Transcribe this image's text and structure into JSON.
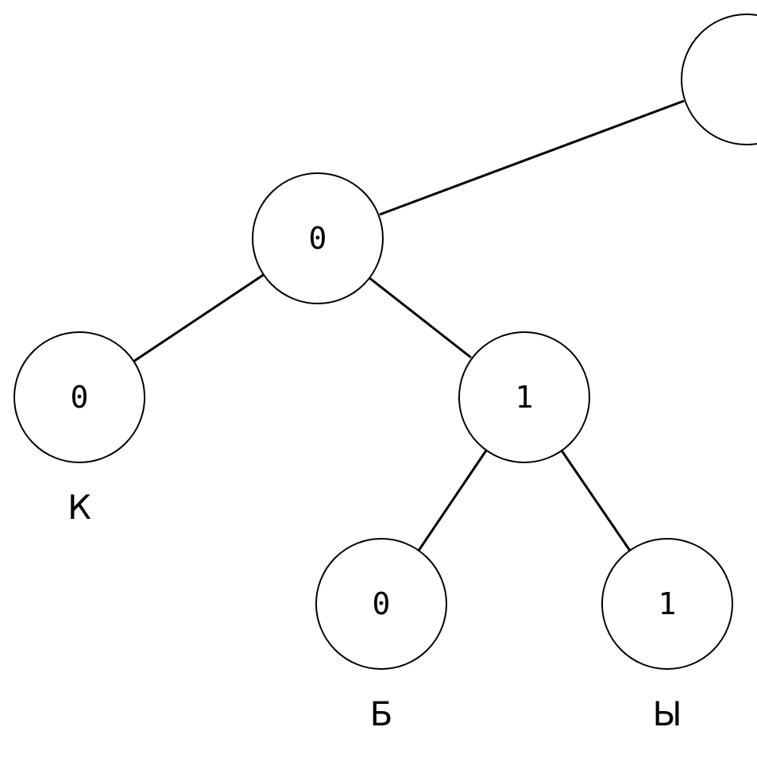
{
  "diagram": {
    "nodes": {
      "root": {
        "bit": "",
        "leaf": ""
      },
      "left": {
        "bit": "0",
        "leaf": ""
      },
      "left_left": {
        "bit": "0",
        "leaf": "К"
      },
      "left_right": {
        "bit": "1",
        "leaf": ""
      },
      "left_right_left": {
        "bit": "0",
        "leaf": "Б"
      },
      "left_right_right": {
        "bit": "1",
        "leaf": "Ы"
      }
    },
    "edges": [
      [
        "root",
        "left"
      ],
      [
        "left",
        "left_left"
      ],
      [
        "left",
        "left_right"
      ],
      [
        "left_right",
        "left_right_left"
      ],
      [
        "left_right",
        "left_right_right"
      ]
    ],
    "colors": {
      "stroke": "#000000",
      "fill": "#ffffff",
      "text": "#000000"
    }
  }
}
